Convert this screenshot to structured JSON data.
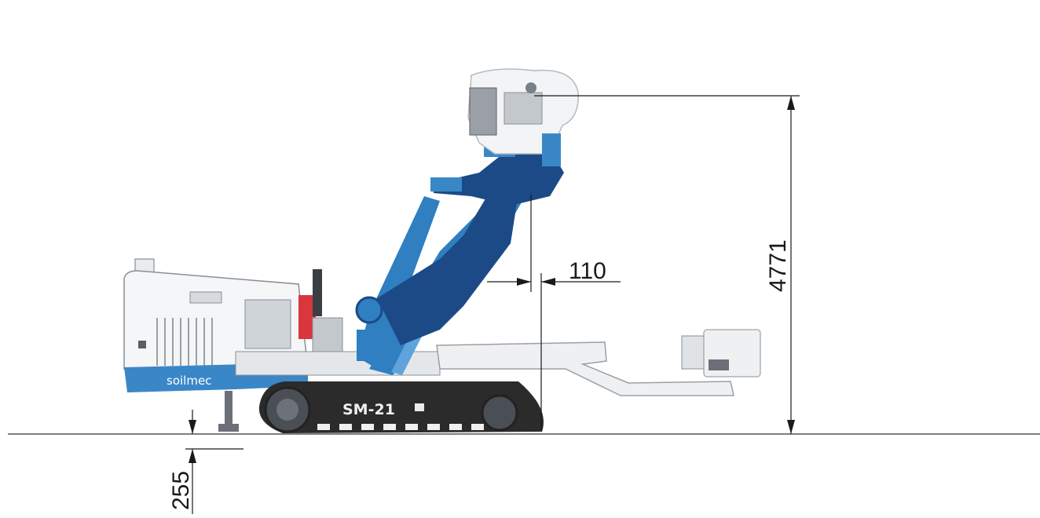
{
  "drawing": {
    "machine_brand": "soilmec",
    "model_label": "SM-21",
    "dimensions": {
      "total_height": "4771",
      "mast_offset": "110",
      "ground_clearance": "255"
    }
  },
  "colors": {
    "boom_blue": "#2f7fc1",
    "dark_blue": "#1c4a86",
    "track_dark": "#2b2b2b",
    "body_white": "#f4f6f8",
    "stripe_blue": "#3a87c8",
    "accent_red": "#d9363e",
    "line": "#1a1a1a"
  }
}
